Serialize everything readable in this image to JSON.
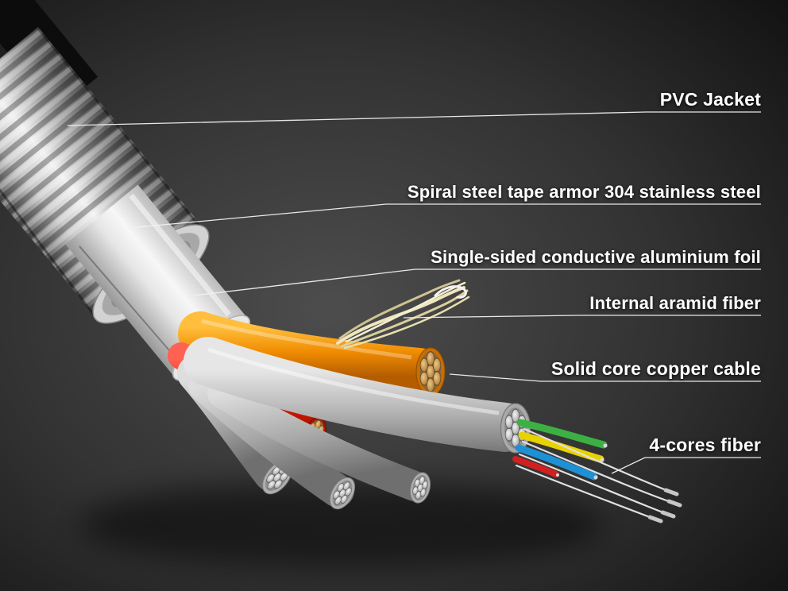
{
  "figure": {
    "type": "annotated-diagram",
    "labels": [
      {
        "id": "pvc-jacket",
        "text": "PVC Jacket"
      },
      {
        "id": "spiral-steel-tape-armor",
        "text": "Spiral steel tape armor 304 stainless steel"
      },
      {
        "id": "aluminium-foil",
        "text": "Single-sided conductive aluminium foil"
      },
      {
        "id": "internal-aramid-fiber",
        "text": "Internal aramid fiber"
      },
      {
        "id": "solid-core-copper-cable",
        "text": "Solid core copper cable"
      },
      {
        "id": "four-cores-fiber",
        "text": "4-cores fiber"
      }
    ],
    "label_color": "#ffffff",
    "background": {
      "center": "#4d4d4d",
      "edge": "#121212"
    },
    "part_colors": {
      "pvc_jacket": "#0c0c0c",
      "steel_armor": "#c9c9c9",
      "aluminium_foil_tube": "#e9e9e9",
      "aramid_fiber": "#e6ddb4",
      "orange_wire": "#f08c00",
      "yellow_wire": "#f2d400",
      "red_wire": "#e01800",
      "gray_cable": "#b8b8b8",
      "copper_strands": "#b98a4a",
      "steel_strands": "#b5b5b5",
      "fiber_wire_green": "#3cb043",
      "fiber_wire_yellow": "#e8d200",
      "fiber_wire_blue": "#1e90d6",
      "fiber_wire_red": "#d02020",
      "optical_fiber": "#e0e0e0"
    }
  }
}
